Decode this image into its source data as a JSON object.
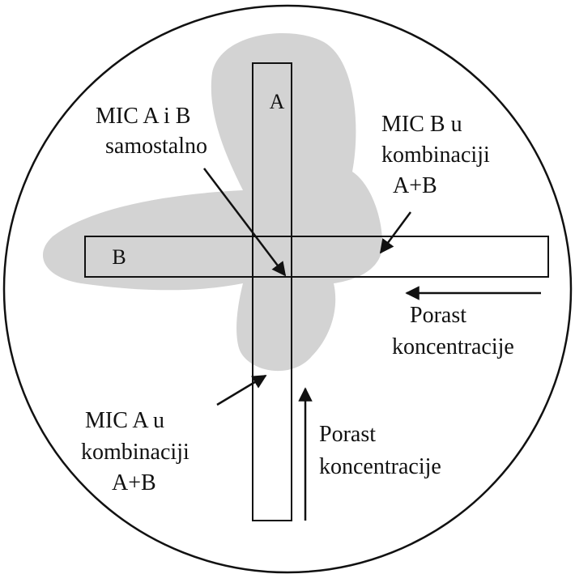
{
  "strips": {
    "a_label": "A",
    "b_label": "B"
  },
  "labels": {
    "mic_ab_alone": [
      "MIC A i B",
      "samostalno"
    ],
    "mic_b_combo": [
      "MIC B u",
      "kombinaciji",
      "A+B"
    ],
    "mic_a_combo": [
      "MIC A u",
      "kombinaciji",
      "A+B"
    ],
    "gradient_horizontal": [
      "Porast",
      "koncentracije"
    ],
    "gradient_vertical": [
      "Porast",
      "koncentracije"
    ]
  },
  "colors": {
    "inhibition_zone": "#d3d3d3",
    "line": "#111111",
    "background": "#ffffff"
  }
}
